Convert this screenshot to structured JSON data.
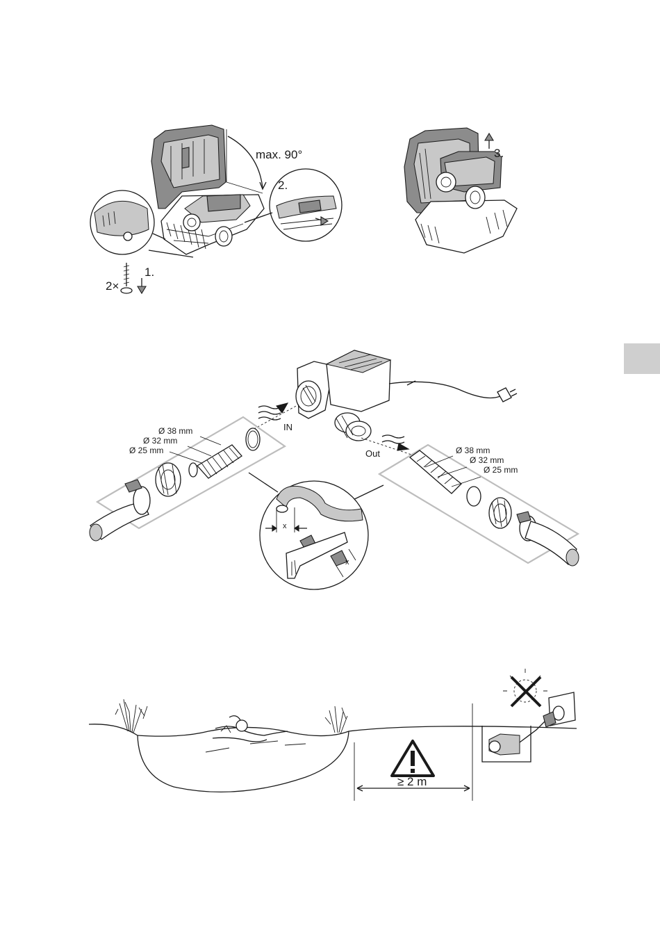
{
  "figure1": {
    "angle_label": "max. 90°",
    "step1_label": "1.",
    "step2_label": "2.",
    "step3_label": "3.",
    "screw_count_label": "2×"
  },
  "figure2": {
    "inlet_label": "IN",
    "outlet_label": "Out",
    "inlet_sizes": [
      "Ø 38 mm",
      "Ø 32 mm",
      "Ø 25 mm"
    ],
    "outlet_sizes": [
      "Ø 38 mm",
      "Ø 32 mm",
      "Ø 25 mm"
    ],
    "trim_mark_label": "x"
  },
  "figure3": {
    "distance_label": "≥ 2 m"
  },
  "section_tab_color": "#cfcfcf"
}
